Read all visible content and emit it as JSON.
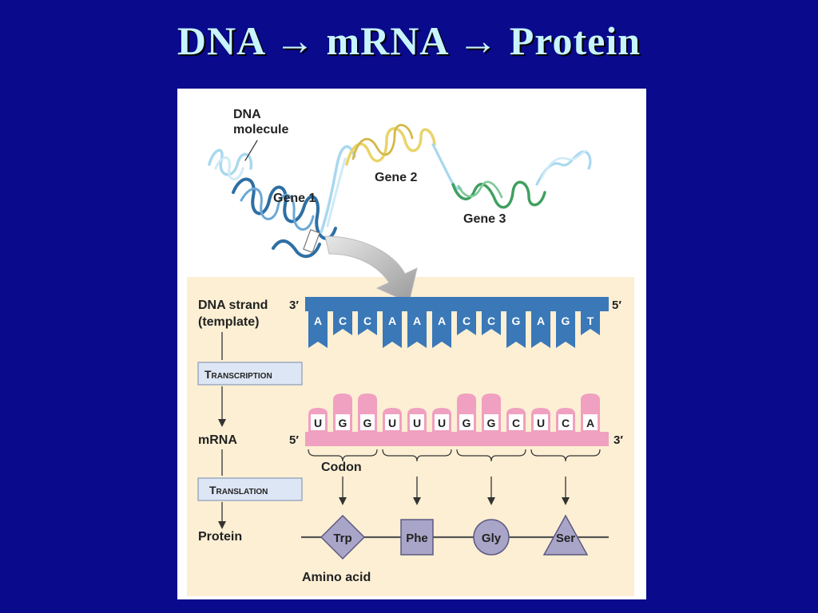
{
  "slide": {
    "title": "DNA → mRNA → Protein"
  },
  "figure": {
    "dna_molecule_label_line1": "DNA",
    "dna_molecule_label_line2": "molecule",
    "genes": [
      "Gene 1",
      "Gene 2",
      "Gene 3"
    ],
    "dna_strand_label_line1": "DNA strand",
    "dna_strand_label_line2": "(template)",
    "dna_strand_end_left": "3′",
    "dna_strand_end_right": "5′",
    "dna_bases": [
      "A",
      "C",
      "C",
      "A",
      "A",
      "A",
      "C",
      "C",
      "G",
      "A",
      "G",
      "T"
    ],
    "transcription_label": "Transcription",
    "mrna_label": "mRNA",
    "mrna_end_left": "5′",
    "mrna_end_right": "3′",
    "mrna_bases": [
      "U",
      "G",
      "G",
      "U",
      "U",
      "U",
      "G",
      "G",
      "C",
      "U",
      "C",
      "A"
    ],
    "codon_label": "Codon",
    "translation_label": "Translation",
    "protein_label": "Protein",
    "amino_acids": [
      {
        "name": "Trp",
        "shape": "diamond"
      },
      {
        "name": "Phe",
        "shape": "square"
      },
      {
        "name": "Gly",
        "shape": "circle"
      },
      {
        "name": "Ser",
        "shape": "triangle"
      }
    ],
    "amino_acid_label": "Amino acid",
    "colors": {
      "slide_background": "#0a0a8c",
      "title_text": "#c8f4ff",
      "panel_background": "#fcefd4",
      "dna_strand": "#3a78b8",
      "mrna_strand": "#f0a0c0",
      "process_box": "#dde6f4",
      "amino_acid_fill": "#a9a5c8",
      "gene1": "#2e6fa3",
      "gene2": "#e8d46a",
      "gene3": "#3fa060",
      "dna_light": "#a8d8ef"
    }
  }
}
